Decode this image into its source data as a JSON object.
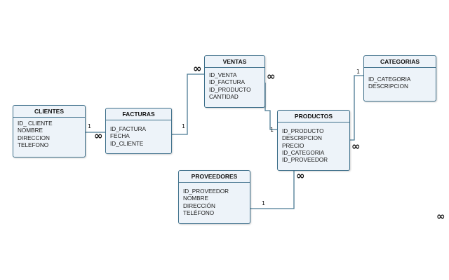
{
  "diagram": {
    "entities": {
      "clientes": {
        "title": "CLIENTES",
        "attributes": [
          "ID_ CLIENTE",
          "NOMBRE",
          "DIRECCION",
          "TELEFONO"
        ]
      },
      "facturas": {
        "title": "FACTURAS",
        "attributes": [
          "ID_FACTURA",
          "FECHA",
          "ID_CLIENTE"
        ]
      },
      "ventas": {
        "title": "VENTAS",
        "attributes": [
          "ID_VENTA",
          "ID_FACTURA",
          "ID_PRODUCTO",
          "CANTIDAD"
        ]
      },
      "productos": {
        "title": "PRODUCTOS",
        "attributes": [
          "ID_PRODUCTO",
          "DESCRIPCION",
          "PRECIO",
          "ID_CATEGORIA",
          "ID_PROVEEDOR"
        ]
      },
      "categorias": {
        "title": "CATEGORIAS",
        "attributes": [
          "ID_CATEGORIA",
          "DESCRIPCION"
        ]
      },
      "proveedores": {
        "title": "PROVEEDORES",
        "attributes": [
          "ID_PROVEEDOR",
          "NOMBRE",
          "DIRECCIÓN",
          "TELÉFONO"
        ]
      }
    },
    "relationships": [
      {
        "from": "clientes",
        "to": "facturas",
        "from_card": "1",
        "to_card": "∞"
      },
      {
        "from": "facturas",
        "to": "ventas",
        "from_card": "1",
        "to_card": "∞"
      },
      {
        "from": "ventas",
        "to": "productos",
        "from_card": "∞",
        "to_card": "1"
      },
      {
        "from": "productos",
        "to": "categorias",
        "from_card": "∞",
        "to_card": "1"
      },
      {
        "from": "proveedores",
        "to": "productos",
        "from_card": "1",
        "to_card": "∞"
      }
    ],
    "stray_mark": "∞",
    "colors": {
      "entity_fill": "#edf3f9",
      "entity_border": "#3d6f8a",
      "connector": "#4a7a93"
    }
  }
}
